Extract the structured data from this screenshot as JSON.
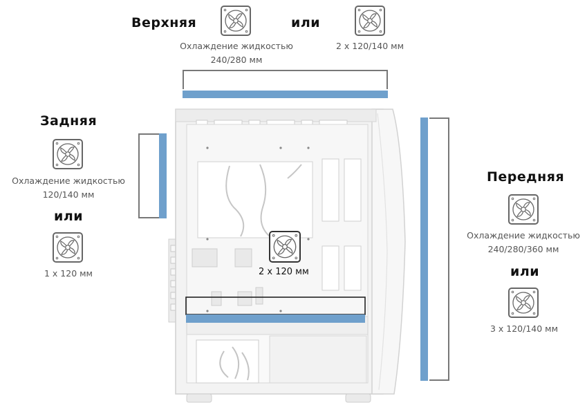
{
  "top": {
    "heading": "Верхняя",
    "or_label": "или",
    "option_a": {
      "line1": "Охлаждение жидкостью",
      "line2": "240/280 мм"
    },
    "option_b": {
      "line1": "2 x 120/140 мм"
    }
  },
  "rear": {
    "heading": "Задняя",
    "option_a": {
      "line1": "Охлаждение жидкостью",
      "line2": "120/140 мм"
    },
    "or_label": "или",
    "option_b": {
      "line1": "1 x 120 мм"
    }
  },
  "front": {
    "heading": "Передняя",
    "option_a": {
      "line1": "Охлаждение жидкостью",
      "line2": "240/280/360 мм"
    },
    "or_label": "или",
    "option_b": {
      "line1": "3 x 120/140 мм"
    }
  },
  "bottom": {
    "label": "2 x 120 мм"
  },
  "colors": {
    "highlight": "#6fa0cc",
    "bracket": "#777777",
    "case": "#f2f2f2"
  },
  "icons": [
    "fan-icon"
  ]
}
